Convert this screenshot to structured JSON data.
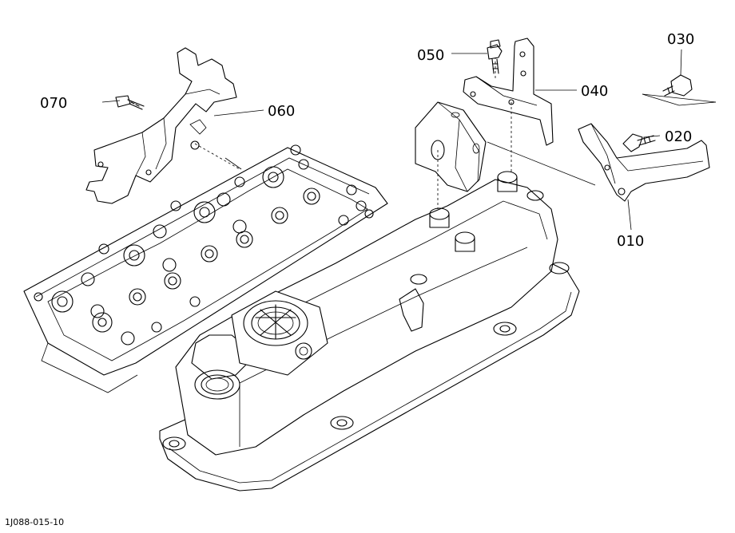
{
  "parts": [
    {
      "key": "p010",
      "label": "010"
    },
    {
      "key": "p020",
      "label": "020"
    },
    {
      "key": "p030",
      "label": "030"
    },
    {
      "key": "p040",
      "label": "040"
    },
    {
      "key": "p050",
      "label": "050"
    },
    {
      "key": "p060",
      "label": "060"
    },
    {
      "key": "p070",
      "label": "070"
    }
  ],
  "figure_code": "1J088-015-10"
}
